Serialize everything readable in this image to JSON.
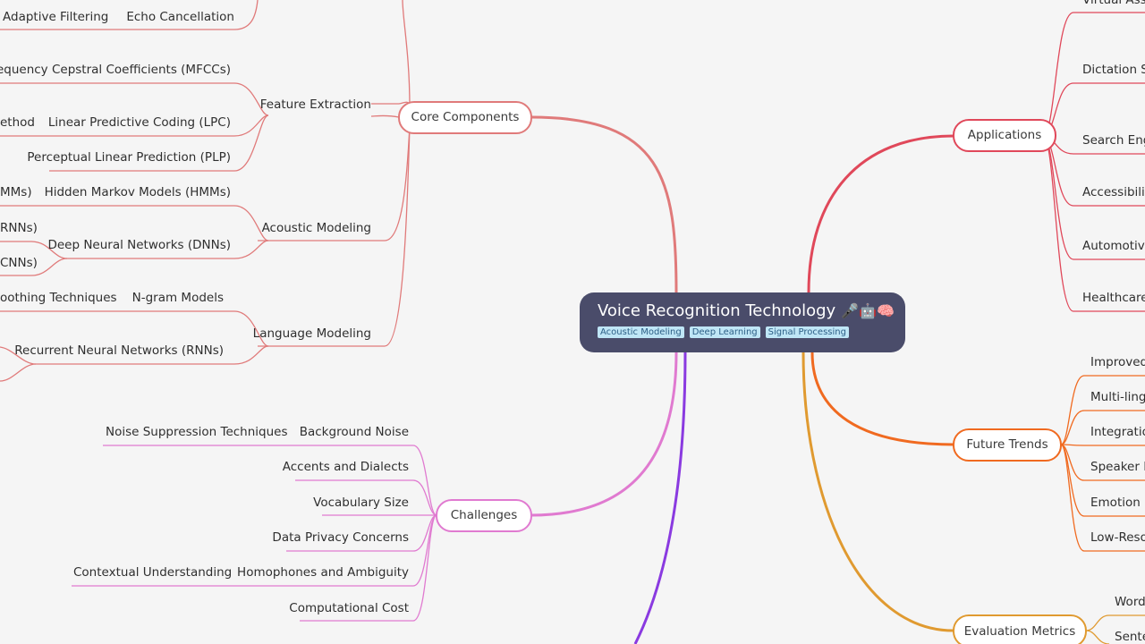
{
  "root": {
    "title": "Voice Recognition Technology",
    "emoji": "🎤🤖🧠",
    "tags": [
      "Acoustic Modeling",
      "Deep Learning",
      "Signal Processing"
    ]
  },
  "colors": {
    "core": "#e07a7a",
    "challenges": "#e07ad0",
    "applications": "#e0485a",
    "future": "#f06a20",
    "evaluation": "#e09a30",
    "bottom": "#8a3ae0",
    "root_bg": "#4a4c6a",
    "tag_bg": "#bfe6f6"
  },
  "branches": {
    "core_components": {
      "label": "Core Components",
      "children": {
        "echo": {
          "label": "Echo Cancellation",
          "sub": "Adaptive Filtering"
        },
        "feature_extraction": {
          "label": "Feature Extraction",
          "items": [
            "Mel-Frequency Cepstral Coefficients (MFCCs)",
            "Linear Predictive Coding (LPC)",
            "Perceptual Linear Prediction (PLP)"
          ],
          "lpc_sub": "ethod"
        },
        "acoustic_modeling": {
          "label": "Acoustic Modeling",
          "items": [
            "Hidden Markov Models (HMMs)",
            "Deep Neural Networks (DNNs)"
          ],
          "hmm_sub": "MMs)",
          "dnn_subs": [
            "RNNs)",
            "CNNs)"
          ]
        },
        "language_modeling": {
          "label": "Language Modeling",
          "items": [
            "N-gram Models",
            "Recurrent Neural Networks (RNNs)"
          ],
          "ngram_sub": "oothing Techniques"
        }
      }
    },
    "challenges": {
      "label": "Challenges",
      "items": [
        "Background Noise",
        "Accents and Dialects",
        "Vocabulary Size",
        "Data Privacy Concerns",
        "Homophones and Ambiguity",
        "Computational Cost"
      ],
      "background_sub": "Noise Suppression Techniques",
      "homophones_sub": "Contextual Understanding"
    },
    "applications": {
      "label": "Applications",
      "items": [
        "Virtual Assi",
        "Dictation So",
        "Search Engi",
        "Accessibility",
        "Automotive",
        "Healthcare"
      ]
    },
    "future_trends": {
      "label": "Future Trends",
      "items": [
        "Improved",
        "Multi-lingu",
        "Integration",
        "Speaker D",
        "Emotion R",
        "Low-Resou"
      ]
    },
    "evaluation_metrics": {
      "label": "Evaluation Metrics",
      "items": [
        "Word",
        "Sente"
      ]
    }
  }
}
